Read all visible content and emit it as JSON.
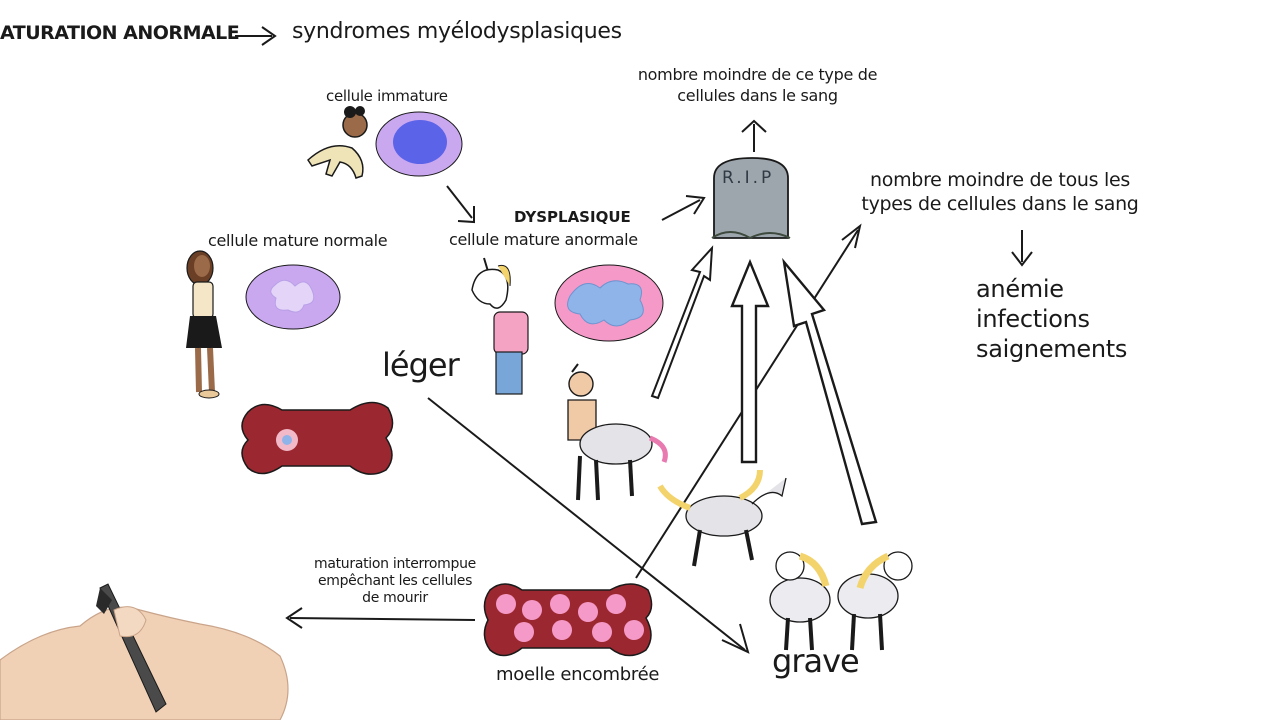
{
  "header": {
    "left": "ATURATION ANORMALE",
    "right": "syndromes myélodysplasiques"
  },
  "labels": {
    "immature": "cellule immature",
    "mature_normal": "cellule mature normale",
    "dysplasique": "DYSPLASIQUE",
    "mature_abnormal": "cellule mature anormale",
    "leger": "léger",
    "grave": "grave",
    "moelle": "moelle encombrée",
    "maturation_1": "maturation interrompue",
    "maturation_2": "empêchant les cellules",
    "maturation_3": "de mourir",
    "rip_text_1": "nombre moindre de ce type de",
    "rip_text_2": "cellules dans le sang",
    "all_types_1": "nombre moindre de tous les",
    "all_types_2": "types de cellules dans le sang",
    "rip": "R.I.P",
    "symptom_1": "anémie",
    "symptom_2": "infections",
    "symptom_3": "saignements"
  },
  "colors": {
    "ink": "#1a1a1a",
    "lilac": "#c9a8f0",
    "nucleus_blue": "#5b63e8",
    "pink_cell": "#f59ac8",
    "blue_nucleus": "#8fb4ea",
    "marrow_red": "#9b2830",
    "marrow_light": "#f2b9c8",
    "stone": "#9ea6ad"
  }
}
